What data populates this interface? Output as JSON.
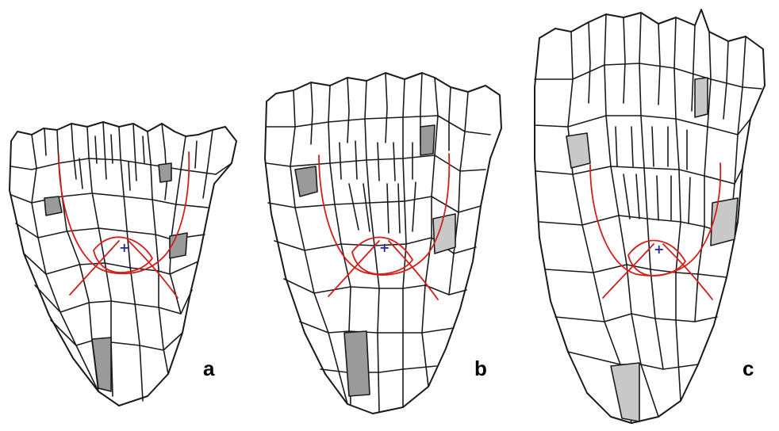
{
  "panels": [
    {
      "label": "a",
      "center_mark": "+"
    },
    {
      "label": "b",
      "center_mark": "+"
    },
    {
      "label": "c",
      "center_mark": "+"
    }
  ],
  "colors": {
    "cell_wall": "#1a1a1a",
    "boundary_line": "#d0201c",
    "center_mark": "#2b2b9a",
    "shaded_cell_dark": "#9a9a9a",
    "shaded_cell_light": "#c8c8c8"
  }
}
